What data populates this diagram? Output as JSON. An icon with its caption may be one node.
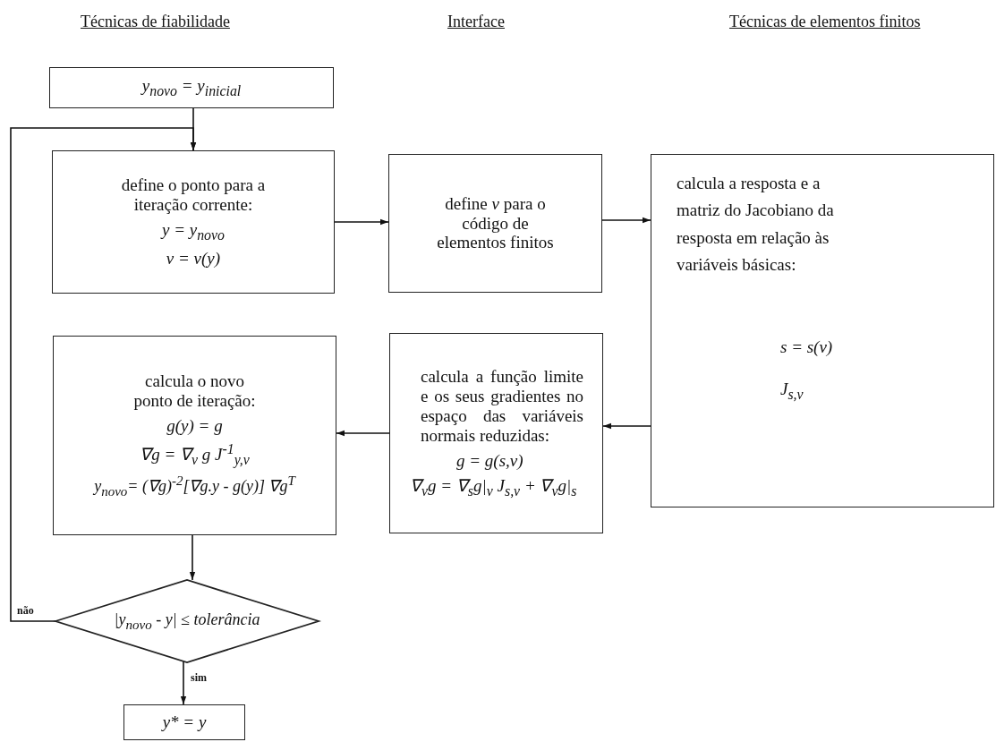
{
  "diagram": {
    "nodes": [
      {
        "text": [
          "y$_{novo}$ = y$_{inicial}$"
        ]
      },
      {
        "text": [
          "define o ponto para a iteração corrente:",
          "y = y$_{novo}$",
          "v = v(y)"
        ]
      },
      {
        "text": [
          "define *v* para o código de elementos finitos"
        ]
      },
      {
        "text": [
          "calcula a resposta e a matriz do Jacobiano da resposta em relação às variáveis básicas:",
          "s = s(v)",
          "J$_{s,v}$"
        ]
      },
      {
        "text": [
          "calcula o novo ponto de iteração:",
          "g(y) = g",
          "∇g = ∇$_{v}$ g J$^{-1}$$_{y,v}$",
          "y$_{novo}$= (∇g)$^{-2}$[∇g.y - g(y)] ∇g$^{T}$"
        ]
      },
      {
        "text": [
          "calcula a função limite e os seus gradientes no espaço das variáveis normais reduzidas:",
          "g = g(s,v)",
          "∇$_{v}$g = ∇$_{s}$g|$_{v}$ J$_{s,v}$ + ∇$_{v}$g|$_{s}$"
        ]
      },
      {
        "text": [
          "|y$_{novo}$ - y| ≤ tolerância"
        ]
      },
      {
        "text": [
          "y* = y"
        ]
      }
    ],
    "edges": [
      {
        "from": 0,
        "to": 1,
        "arrow": "to"
      },
      {
        "from": 1,
        "to": 2,
        "arrow": "to"
      },
      {
        "from": 2,
        "to": 3,
        "arrow": "to"
      },
      {
        "from": 3,
        "to": 5,
        "arrow": "to"
      },
      {
        "from": 5,
        "to": 4,
        "arrow": "to"
      },
      {
        "from": 4,
        "to": 6,
        "arrow": "to"
      },
      {
        "from": 6,
        "to": 1,
        "arrow": "to",
        "label": "não"
      },
      {
        "from": 6,
        "to": 7,
        "arrow": "to",
        "label": "sim"
      }
    ],
    "labels": [
      "Técnicas de fiabilidade",
      "Interface",
      "Técnicas de elementos finitos"
    ]
  }
}
